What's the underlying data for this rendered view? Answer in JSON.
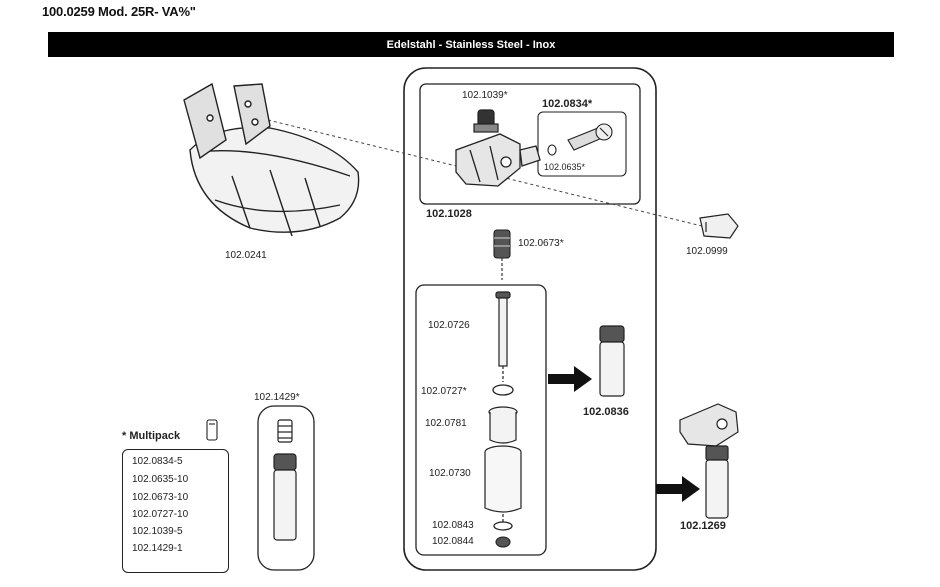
{
  "header": {
    "title": "100.0259 Mod. 25R- VA%\"",
    "banner": "Edelstahl - Stainless Steel - Inox"
  },
  "parts": {
    "bowl": "102.0241",
    "end_piece": "102.0999",
    "filter_cap": "102.1039*",
    "valve_screw_box": "102.0834*",
    "seal_small": "102.0635*",
    "valve_body": "102.1028",
    "spring_insert": "102.0673*",
    "valve_pin": "102.0726",
    "ring": "102.0727*",
    "sleeve": "102.0781",
    "tube": "102.0730",
    "washer_1": "102.0843",
    "washer_2": "102.0844",
    "assembly_1": "102.0836",
    "assembly_2": "102.1269",
    "filter_set": "102.1429*"
  },
  "multipack": {
    "heading": "* Multipack",
    "items": [
      "102.0834-5",
      "102.0635-10",
      "102.0673-10",
      "102.0727-10",
      "102.1039-5",
      "102.1429-1"
    ]
  },
  "colors": {
    "banner_bg": "#000000",
    "line": "#222222",
    "part_fill": "#e8e8e8"
  }
}
